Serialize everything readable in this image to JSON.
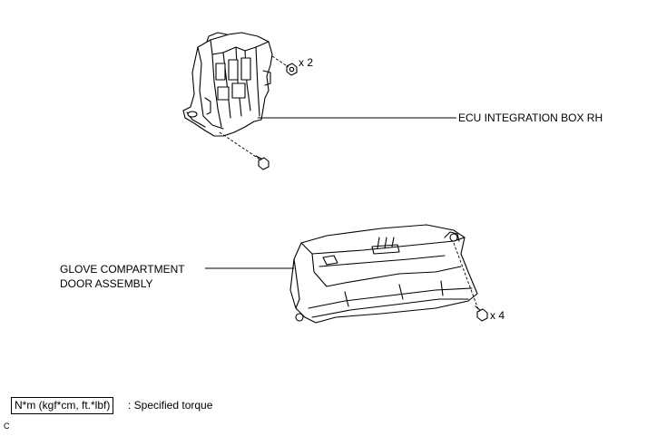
{
  "labels": {
    "ecu_box": "ECU INTEGRATION BOX RH",
    "ecu_nut_qty": "x 2",
    "glove_line1": "GLOVE COMPARTMENT",
    "glove_line2": "DOOR ASSEMBLY",
    "glove_screw_qty": "x 4"
  },
  "legend": {
    "torque_box": "N*m (kgf*cm, ft.*lbf)",
    "torque_text": ": Specified torque"
  },
  "corner_mark": "C"
}
